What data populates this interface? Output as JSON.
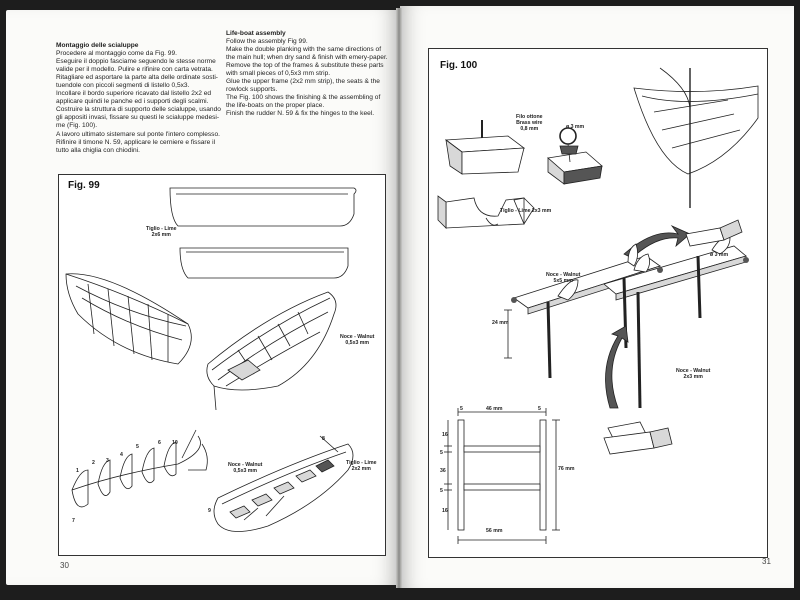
{
  "left_page": {
    "italian_heading": "Montaggio delle scialuppe",
    "italian_lines": [
      "Procedere al montaggio come da Fig. 99.",
      "Eseguire il doppio fasciame seguendo le stesse norme",
      "valide per il modello. Pulire e rifinire con carta vetrata.",
      "Ritagliare ed asportare la parte alta delle ordinate sosti-",
      "tuendole con piccoli segmenti di listello 0,5x3.",
      "Incollare il bordo superiore ricavato dal listello 2x2 ed",
      "applicare quindi le panche ed i supporti degli scalmi.",
      "Costruire la struttura di supporto delle scialuppe, usando",
      "gli appositi invasi, fissare su questi le scialuppe medesi-",
      "me (Fig. 100).",
      "A lavoro ultimato sistemare sul ponte l'intero complesso.",
      "Rifinire il timone N. 59, applicare le cerniere e fissare il",
      "tutto alla chiglia con chiodini."
    ],
    "english_heading": "Life-boat assembly",
    "english_lines": [
      "Follow the assembly Fig 99.",
      "Make the double planking with the same directions of",
      "the main hull; when dry sand & finish with emery-paper.",
      "Remove the top of the frames & substitute these parts",
      "with small pieces of 0,5x3 mm strip.",
      "Glue the upper frame (2x2 mm strip), the seats & the",
      "rowlock supports.",
      "The Fig. 100 shows the finishing & the assembling of",
      "the life-boats on the proper place.",
      "Finish the rudder N. 59 & fix the hinges to the keel."
    ],
    "figure": {
      "label": "Fig. 99",
      "label_tiglio_1": "Tiglio - Lime",
      "label_tiglio_1b": "2x6 mm",
      "label_noce_1": "Noce - Walnut",
      "label_noce_1b": "0,5x3 mm",
      "label_noce_2": "Noce - Walnut",
      "label_noce_2b": "0,5x3 mm",
      "label_tiglio_2": "Tiglio - Lime",
      "label_tiglio_2b": "2x2 mm",
      "frame_numbers": [
        "1",
        "2",
        "3",
        "4",
        "5",
        "6",
        "7",
        "8",
        "9",
        "10"
      ]
    },
    "page_number": "30"
  },
  "right_page": {
    "figure": {
      "label": "Fig. 100",
      "label_filo_1": "Filo ottone",
      "label_filo_2": "Brass wire",
      "label_filo_3": "0,8 mm",
      "label_phi_1": "ø 3 mm",
      "label_phi_2": "ø 3 mm",
      "label_tiglio": "Tiglio - Lime 2x3 mm",
      "label_noce_top": "Noce - Walnut",
      "label_noce_top_b": "5x5 mm",
      "label_24": "24 mm",
      "label_noce_bot": "Noce - Walnut",
      "label_noce_bot_b": "2x3 mm",
      "dim_46": "46 mm",
      "dim_5a": "5",
      "dim_5b": "5",
      "dim_16a": "16",
      "dim_5c": "5",
      "dim_36": "36",
      "dim_5d": "5",
      "dim_16b": "16",
      "dim_76": "76 mm",
      "dim_56": "56 mm"
    },
    "page_number": "31"
  }
}
